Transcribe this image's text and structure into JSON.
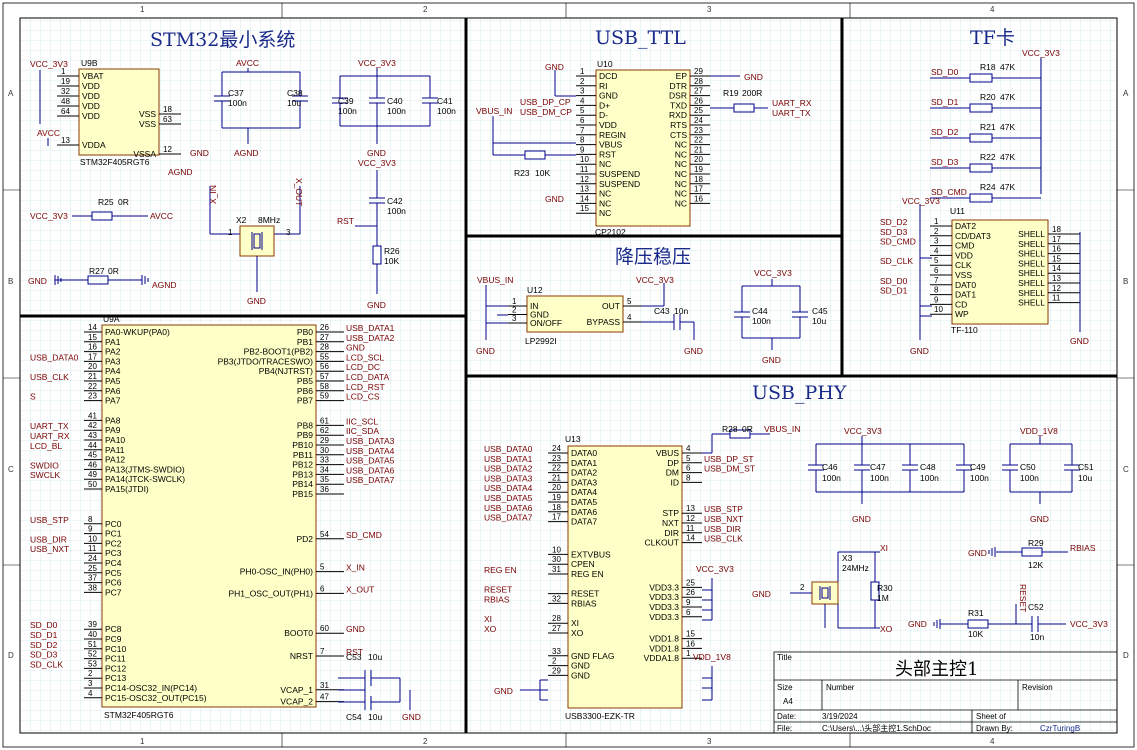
{
  "sections": {
    "stm32_min": "STM32最小系统",
    "usb_ttl": "USB_TTL",
    "tf": "TF卡",
    "ldo": "降压稳压",
    "usb_phy": "USB_PHY"
  },
  "coords": {
    "cols": [
      "1",
      "2",
      "3",
      "4"
    ],
    "rows": [
      "A",
      "B",
      "C",
      "D"
    ]
  },
  "u9b": {
    "ref": "U9B",
    "part": "STM32F405RGT6",
    "left_pins": [
      {
        "n": "1",
        "name": "VBAT"
      },
      {
        "n": "19",
        "name": "VDD"
      },
      {
        "n": "32",
        "name": "VDD"
      },
      {
        "n": "48",
        "name": "VDD"
      },
      {
        "n": "64",
        "name": "VDD"
      },
      {
        "n": "13",
        "name": "VDDA"
      }
    ],
    "right_pins": [
      {
        "n": "18",
        "name": "VSS"
      },
      {
        "n": "63",
        "name": "VSS"
      },
      {
        "n": "12",
        "name": "VSSA"
      }
    ]
  },
  "u9a": {
    "ref": "U9A",
    "part": "STM32F405RGT6",
    "left_pins": [
      {
        "n": "14",
        "name": "PA0-WKUP(PA0)",
        "net": ""
      },
      {
        "n": "15",
        "name": "PA1",
        "net": ""
      },
      {
        "n": "16",
        "name": "PA2",
        "net": ""
      },
      {
        "n": "17",
        "name": "PA3",
        "net": "USB_DATA0"
      },
      {
        "n": "20",
        "name": "PA4",
        "net": ""
      },
      {
        "n": "21",
        "name": "PA5",
        "net": "USB_CLK"
      },
      {
        "n": "22",
        "name": "PA6",
        "net": ""
      },
      {
        "n": "23",
        "name": "PA7",
        "net": "S"
      },
      {
        "n": "41",
        "name": "PA8",
        "net": ""
      },
      {
        "n": "42",
        "name": "PA9",
        "net": "UART_TX"
      },
      {
        "n": "43",
        "name": "PA10",
        "net": "UART_RX"
      },
      {
        "n": "44",
        "name": "PA11",
        "net": "LCD_BL"
      },
      {
        "n": "45",
        "name": "PA12",
        "net": ""
      },
      {
        "n": "46",
        "name": "PA13(JTMS-SWDIO)",
        "net": "SWDIO"
      },
      {
        "n": "49",
        "name": "PA14(JTCK-SWCLK)",
        "net": "SWCLK"
      },
      {
        "n": "50",
        "name": "PA15(JTDI)",
        "net": ""
      },
      {
        "n": "8",
        "name": "PC0",
        "net": "USB_STP"
      },
      {
        "n": "9",
        "name": "PC1",
        "net": ""
      },
      {
        "n": "10",
        "name": "PC2",
        "net": "USB_DIR"
      },
      {
        "n": "11",
        "name": "PC3",
        "net": "USB_NXT"
      },
      {
        "n": "24",
        "name": "PC4",
        "net": ""
      },
      {
        "n": "25",
        "name": "PC5",
        "net": ""
      },
      {
        "n": "37",
        "name": "PC6",
        "net": ""
      },
      {
        "n": "38",
        "name": "PC7",
        "net": ""
      },
      {
        "n": "39",
        "name": "PC8",
        "net": "SD_D0"
      },
      {
        "n": "40",
        "name": "PC9",
        "net": "SD_D1"
      },
      {
        "n": "51",
        "name": "PC10",
        "net": "SD_D2"
      },
      {
        "n": "52",
        "name": "PC11",
        "net": "SD_D3"
      },
      {
        "n": "53",
        "name": "PC12",
        "net": "SD_CLK"
      },
      {
        "n": "2",
        "name": "PC13",
        "net": ""
      },
      {
        "n": "3",
        "name": "PC14-OSC32_IN(PC14)",
        "net": ""
      },
      {
        "n": "4",
        "name": "PC15-OSC32_OUT(PC15)",
        "net": ""
      }
    ],
    "right_pins": [
      {
        "n": "26",
        "name": "PB0",
        "net": "USB_DATA1"
      },
      {
        "n": "27",
        "name": "PB1",
        "net": "USB_DATA2"
      },
      {
        "n": "28",
        "name": "PB2-BOOT1(PB2)",
        "net": "GND"
      },
      {
        "n": "55",
        "name": "PB3(JTDO/TRACESWO)",
        "net": "LCD_SCL"
      },
      {
        "n": "56",
        "name": "PB4(NJTRST)",
        "net": "LCD_DC"
      },
      {
        "n": "57",
        "name": "PB5",
        "net": "LCD_DATA"
      },
      {
        "n": "58",
        "name": "PB6",
        "net": "LCD_RST"
      },
      {
        "n": "59",
        "name": "PB7",
        "net": "LCD_CS"
      },
      {
        "n": "61",
        "name": "PB8",
        "net": "IIC_SCL"
      },
      {
        "n": "62",
        "name": "PB9",
        "net": "IIC_SDA"
      },
      {
        "n": "29",
        "name": "PB10",
        "net": "USB_DATA3"
      },
      {
        "n": "30",
        "name": "PB11",
        "net": "USB_DATA4"
      },
      {
        "n": "33",
        "name": "PB12",
        "net": "USB_DATA5"
      },
      {
        "n": "34",
        "name": "PB13",
        "net": "USB_DATA6"
      },
      {
        "n": "35",
        "name": "PB14",
        "net": "USB_DATA7"
      },
      {
        "n": "36",
        "name": "PB15",
        "net": ""
      },
      {
        "n": "54",
        "name": "PD2",
        "net": "SD_CMD"
      },
      {
        "n": "5",
        "name": "PH0-OSC_IN(PH0)",
        "net": "X_IN"
      },
      {
        "n": "6",
        "name": "PH1_OSC_OUT(PH1)",
        "net": "X_OUT"
      },
      {
        "n": "60",
        "name": "BOOT0",
        "net": "GND"
      },
      {
        "n": "7",
        "name": "NRST",
        "net": "RST"
      },
      {
        "n": "31",
        "name": "VCAP_1",
        "net": ""
      },
      {
        "n": "47",
        "name": "VCAP_2",
        "net": ""
      }
    ]
  },
  "u10": {
    "ref": "U10",
    "part": "CP2102",
    "left_pins": [
      {
        "n": "1",
        "name": "DCD"
      },
      {
        "n": "2",
        "name": "RI"
      },
      {
        "n": "3",
        "name": "GND"
      },
      {
        "n": "4",
        "name": "D+"
      },
      {
        "n": "5",
        "name": "D-"
      },
      {
        "n": "6",
        "name": "VDD"
      },
      {
        "n": "7",
        "name": "REGIN"
      },
      {
        "n": "8",
        "name": "VBUS"
      },
      {
        "n": "9",
        "name": "RST"
      },
      {
        "n": "10",
        "name": "NC"
      },
      {
        "n": "11",
        "name": "SUSPEND"
      },
      {
        "n": "12",
        "name": "SUSPEND"
      },
      {
        "n": "13",
        "name": "NC"
      },
      {
        "n": "14",
        "name": "NC"
      },
      {
        "n": "15",
        "name": "NC"
      }
    ],
    "right_pins": [
      {
        "n": "29",
        "name": "EP"
      },
      {
        "n": "28",
        "name": "DTR"
      },
      {
        "n": "27",
        "name": "DSR"
      },
      {
        "n": "26",
        "name": "TXD"
      },
      {
        "n": "25",
        "name": "RXD"
      },
      {
        "n": "24",
        "name": "RTS"
      },
      {
        "n": "23",
        "name": "CTS"
      },
      {
        "n": "22",
        "name": "NC"
      },
      {
        "n": "21",
        "name": "NC"
      },
      {
        "n": "20",
        "name": "NC"
      },
      {
        "n": "19",
        "name": "NC"
      },
      {
        "n": "18",
        "name": "NC"
      },
      {
        "n": "17",
        "name": "NC"
      },
      {
        "n": "16",
        "name": "NC"
      }
    ],
    "nets_left": [
      "USB_DP_CP",
      "USB_DM_CP"
    ],
    "vbus": "VBUS_IN",
    "r19": "R19",
    "r19v": "200R",
    "r23": "R23",
    "r23v": "10K",
    "uart_rx": "UART_RX",
    "uart_tx": "UART_TX"
  },
  "u11": {
    "ref": "U11",
    "part": "TF-110",
    "left_pins": [
      {
        "n": "1",
        "name": "DAT2",
        "net": "SD_D2"
      },
      {
        "n": "2",
        "name": "CD/DAT3",
        "net": "SD_D3"
      },
      {
        "n": "3",
        "name": "CMD",
        "net": "SD_CMD"
      },
      {
        "n": "4",
        "name": "VDD",
        "net": ""
      },
      {
        "n": "5",
        "name": "CLK",
        "net": "SD_CLK"
      },
      {
        "n": "6",
        "name": "VSS",
        "net": ""
      },
      {
        "n": "7",
        "name": "DAT0",
        "net": "SD_D0"
      },
      {
        "n": "8",
        "name": "DAT1",
        "net": "SD_D1"
      },
      {
        "n": "9",
        "name": "CD",
        "net": ""
      },
      {
        "n": "10",
        "name": "WP",
        "net": ""
      }
    ],
    "right_pins": [
      "18",
      "17",
      "16",
      "15",
      "14",
      "13",
      "12",
      "11"
    ],
    "shell": "SHELL"
  },
  "tf_pullups": [
    {
      "net": "SD_D0",
      "ref": "R18",
      "val": "47K"
    },
    {
      "net": "SD_D1",
      "ref": "R20",
      "val": "47K"
    },
    {
      "net": "SD_D2",
      "ref": "R21",
      "val": "47K"
    },
    {
      "net": "SD_D3",
      "ref": "R22",
      "val": "47K"
    },
    {
      "net": "SD_CMD",
      "ref": "R24",
      "val": "47K"
    }
  ],
  "u12": {
    "ref": "U12",
    "part": "LP2992I",
    "left_pins": [
      {
        "n": "1",
        "name": "IN"
      },
      {
        "n": "2",
        "name": "GND"
      },
      {
        "n": "3",
        "name": "ON/OFF"
      }
    ],
    "right_pins": [
      {
        "n": "5",
        "name": "OUT"
      },
      {
        "n": "4",
        "name": "BYPASS"
      }
    ],
    "c43": "C43",
    "c43v": "10n",
    "c44": "C44",
    "c44v": "100n",
    "c45": "C45",
    "c45v": "10u"
  },
  "u13": {
    "ref": "U13",
    "part": "USB3300-EZK-TR",
    "left_pins": [
      {
        "n": "24",
        "name": "DATA0",
        "net": "USB_DATA0"
      },
      {
        "n": "23",
        "name": "DATA1",
        "net": "USB_DATA1"
      },
      {
        "n": "22",
        "name": "DATA2",
        "net": "USB_DATA2"
      },
      {
        "n": "21",
        "name": "DATA3",
        "net": "USB_DATA3"
      },
      {
        "n": "20",
        "name": "DATA4",
        "net": "USB_DATA4"
      },
      {
        "n": "19",
        "name": "DATA5",
        "net": "USB_DATA5"
      },
      {
        "n": "18",
        "name": "DATA6",
        "net": "USB_DATA6"
      },
      {
        "n": "17",
        "name": "DATA7",
        "net": "USB_DATA7"
      },
      {
        "n": "10",
        "name": "EXTVBUS",
        "net": ""
      },
      {
        "n": "30",
        "name": "CPEN",
        "net": ""
      },
      {
        "n": "31",
        "name": "REG EN",
        "net": "REG EN"
      },
      {
        "n": "",
        "name": "",
        "net": ""
      },
      {
        "n": "",
        "name": "RESET",
        "net": "RESET"
      },
      {
        "n": "32",
        "name": "RBIAS",
        "net": "RBIAS"
      },
      {
        "n": "28",
        "name": "XI",
        "net": "XI"
      },
      {
        "n": "27",
        "name": "XO",
        "net": "XO"
      },
      {
        "n": "33",
        "name": "GND FLAG",
        "net": ""
      },
      {
        "n": "2",
        "name": "GND",
        "net": ""
      },
      {
        "n": "29",
        "name": "GND",
        "net": ""
      }
    ],
    "right_pins": [
      {
        "n": "4",
        "name": "VBUS",
        "net": ""
      },
      {
        "n": "5",
        "name": "DP",
        "net": "USB_DP_ST"
      },
      {
        "n": "6",
        "name": "DM",
        "net": "USB_DM_ST"
      },
      {
        "n": "8",
        "name": "ID",
        "net": ""
      },
      {
        "n": "13",
        "name": "STP",
        "net": "USB_STP"
      },
      {
        "n": "12",
        "name": "NXT",
        "net": "USB_NXT"
      },
      {
        "n": "11",
        "name": "DIR",
        "net": "USB_DIR"
      },
      {
        "n": "14",
        "name": "CLKOUT",
        "net": "USB_CLK"
      },
      {
        "n": "25",
        "name": "VDD3.3",
        "net": ""
      },
      {
        "n": "26",
        "name": "VDD3.3",
        "net": ""
      },
      {
        "n": "9",
        "name": "VDD3.3",
        "net": ""
      },
      {
        "n": "6",
        "name": "VDD3.3",
        "net": ""
      },
      {
        "n": "15",
        "name": "VDD1.8",
        "net": ""
      },
      {
        "n": "16",
        "name": "VDD1.8",
        "net": ""
      },
      {
        "n": "1",
        "name": "VDDA1.8",
        "net": ""
      }
    ],
    "r28": "R28",
    "r28v": "0R",
    "vbus": "VBUS_IN"
  },
  "labels": {
    "vcc": "VCC_3V3",
    "avcc": "AVCC",
    "agnd": "AGND",
    "gnd": "GND",
    "vdd18": "VDD_1V8",
    "rst": "RST",
    "xin": "X_IN",
    "xout": "X_OUT",
    "xi": "XI",
    "xo": "XO",
    "rbias": "RBIAS",
    "reset": "RESET"
  },
  "passives": {
    "c37": "C37",
    "c37v": "100n",
    "c38": "C38",
    "c38v": "10u",
    "c39": "C39",
    "c39v": "100n",
    "c40": "C40",
    "c40v": "100n",
    "c41": "C41",
    "c41v": "100n",
    "c42": "C42",
    "c42v": "100n",
    "r26": "R26",
    "r26v": "10K",
    "r25": "R25",
    "r25v": "0R",
    "r27": "R27",
    "r27v": "0R",
    "x2": "X2",
    "x2v": "8MHz",
    "c53": "C53",
    "c53v": "10u",
    "c54": "C54",
    "c54v": "10u",
    "c46": "C46",
    "c47": "C47",
    "c48": "C48",
    "c49": "C49",
    "c50": "C50",
    "c51": "C51",
    "c100n": "100n",
    "c10u": "10u",
    "x3": "X3",
    "x3v": "24MHz",
    "r30": "R30",
    "r30v": "1M",
    "r29": "R29",
    "r29v": "12K",
    "r31": "R31",
    "r31v": "10K",
    "c52": "C52",
    "c52v": "10n"
  },
  "title_block": {
    "title_lbl": "Title",
    "title": "头部主控1",
    "size_lbl": "Size",
    "size": "A4",
    "number_lbl": "Number",
    "revision_lbl": "Revision",
    "date_lbl": "Date:",
    "date": "3/19/2024",
    "file_lbl": "File:",
    "file": "C:\\Users\\...\\头部主控1.SchDoc",
    "sheet_lbl": "Sheet   of",
    "drawn_lbl": "Drawn By:",
    "drawn": "CzrTuringB"
  }
}
